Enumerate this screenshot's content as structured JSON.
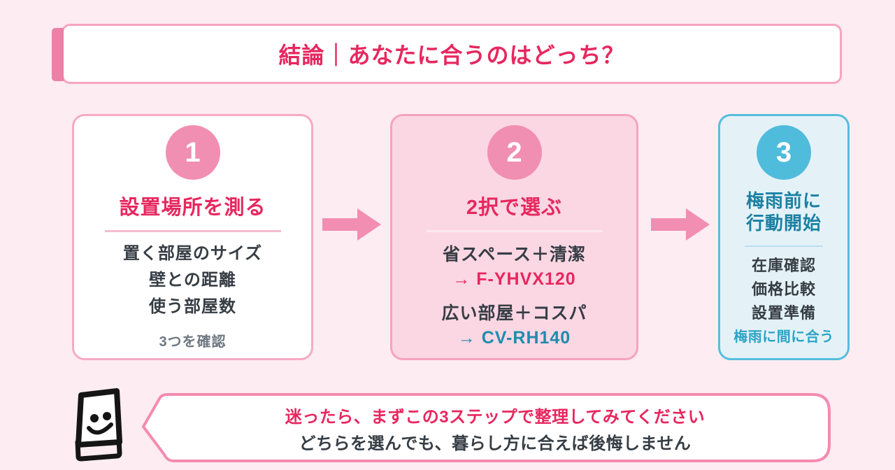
{
  "header": {
    "title": "結論｜あなたに合うのはどっち？"
  },
  "steps": [
    {
      "number": "1",
      "title": "設置場所を測る",
      "items": [
        "置く部屋のサイズ",
        "壁との距離",
        "使う部屋数"
      ],
      "note": "3つを確認"
    },
    {
      "number": "2",
      "title": "2択で選ぶ",
      "options": [
        {
          "label": "省スペース＋清潔",
          "model": "→ F-YHVX120"
        },
        {
          "label": "広い部屋＋コスパ",
          "model": "→ CV-RH140"
        }
      ]
    },
    {
      "number": "3",
      "title_line1": "梅雨前に",
      "title_line2": "行動開始",
      "items": [
        "在庫確認",
        "価格比較",
        "設置準備"
      ],
      "highlight": "梅雨に間に合う"
    }
  ],
  "footer": {
    "line1": "迷ったら、まずこの3ステップで整理してみてください",
    "line2": "どちらを選んでも、暮らし方に合えば後悔しません"
  },
  "palette": {
    "page_bg": "#fdecf1",
    "accent_pink": "#e7275f",
    "soft_pink": "#f08fb1",
    "card2_bg": "#fbd7e3",
    "blue_border": "#56bedc",
    "blue_circle": "#4fbcdc",
    "teal_text": "#1b81a3",
    "light_teal_text": "#2aa3c6",
    "dark_text": "#363d44",
    "gray_text": "#6d7781"
  }
}
